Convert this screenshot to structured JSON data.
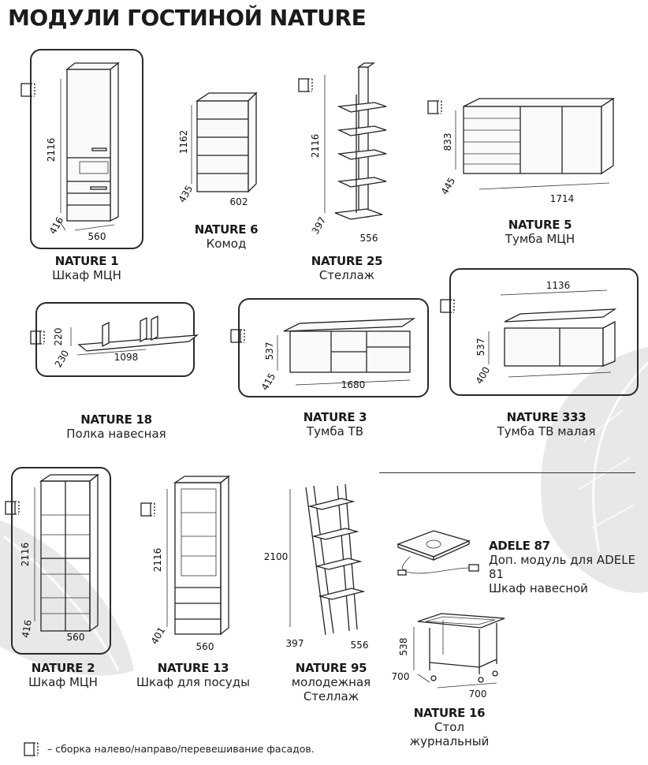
{
  "title": "МОДУЛИ ГОСТИНОЙ NATURE",
  "footer_note": "– сборка налево/направо/перевешивание фасадов.",
  "colors": {
    "line": "#222222",
    "frame": "#2a2a2a",
    "leaf_bg": "#c9ccc9"
  },
  "icons": {
    "hinge": "door-hinge-icon",
    "leaf": "leaf-watermark"
  },
  "modules": [
    {
      "name": "NATURE 1",
      "desc": "Шкаф МЦН",
      "dims": [
        "2116",
        "416",
        "560"
      ]
    },
    {
      "name": "NATURE 6",
      "desc": "Комод",
      "dims": [
        "1162",
        "435",
        "602"
      ]
    },
    {
      "name": "NATURE 25",
      "desc": "Стеллаж",
      "dims": [
        "2116",
        "397",
        "556"
      ]
    },
    {
      "name": "NATURE 5",
      "desc": "Тумба МЦН",
      "dims": [
        "833",
        "445",
        "1714"
      ]
    },
    {
      "name": "NATURE 18",
      "desc": "Полка навесная",
      "dims": [
        "220",
        "230",
        "1098"
      ]
    },
    {
      "name": "NATURE 3",
      "desc": "Тумба ТВ",
      "dims": [
        "537",
        "415",
        "1680"
      ]
    },
    {
      "name": "NATURE 333",
      "desc": "Тумба ТВ малая",
      "dims": [
        "1136",
        "537",
        "400"
      ]
    },
    {
      "name": "NATURE 2",
      "desc": "Шкаф МЦН",
      "dims": [
        "2116",
        "416",
        "560"
      ]
    },
    {
      "name": "NATURE 13",
      "desc": "Шкаф для посуды",
      "dims": [
        "2116",
        "401",
        "560"
      ]
    },
    {
      "name": "NATURE 95",
      "desc": "молодежная",
      "desc2": "Стеллаж",
      "dims": [
        "2100",
        "397",
        "556"
      ]
    },
    {
      "name": "ADELE 87",
      "desc": "Доп. модуль для ADELE 81",
      "desc2": "Шкаф навесной",
      "dims": []
    },
    {
      "name": "NATURE 16",
      "desc": "Стол журнальный",
      "dims": [
        "538",
        "700",
        "700"
      ]
    }
  ]
}
